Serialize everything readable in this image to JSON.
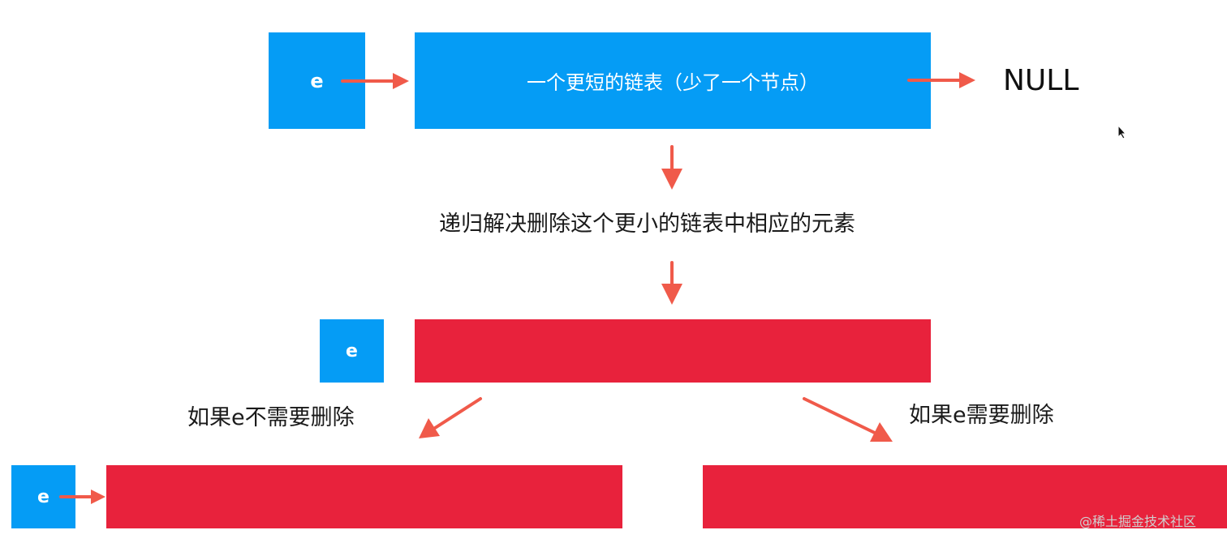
{
  "top_row": {
    "node_label": "e",
    "list_label": "一个更短的链表（少了一个节点）",
    "null_label": "NULL"
  },
  "step_caption": "递归解决删除这个更小的链表中相应的元素",
  "middle_row": {
    "node_label": "e"
  },
  "branch_left": {
    "caption": "如果e不需要删除",
    "node_label": "e"
  },
  "branch_right": {
    "caption": "如果e需要删除"
  },
  "watermark": "@稀土掘金技术社区",
  "colors": {
    "blue": "#059cf5",
    "red": "#e8223c",
    "arrow": "#f05a4a"
  }
}
